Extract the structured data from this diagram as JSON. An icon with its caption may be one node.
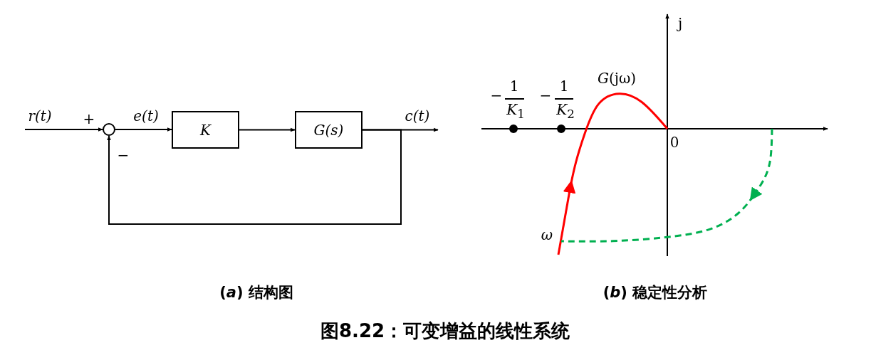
{
  "diagram": {
    "caption": "图8.22：可变增益的线性系统",
    "nodes": [
      {
        "text": [],
        "shape": "circle"
      },
      {
        "text": [
          "K"
        ]
      },
      {
        "text": [
          "G(s)"
        ]
      }
    ],
    "edges": [
      {
        "from": null,
        "to": 0,
        "arrow": "to",
        "label": "r(t)"
      },
      {
        "from": 0,
        "to": 1,
        "arrow": "to",
        "label": "e(t)"
      },
      {
        "from": 1,
        "to": 2,
        "arrow": "to"
      },
      {
        "from": 2,
        "to": null,
        "arrow": "to",
        "label": "c(t)"
      },
      {
        "from": 2,
        "to": 0,
        "arrow": "to"
      }
    ],
    "labels": [
      "+",
      "−",
      "j",
      "*G*(jω)",
      "−",
      "1",
      "*K*$_{1}$",
      "−",
      "1",
      "*K*$_{2}$",
      "0",
      "*ω*",
      "(*a*) 结构图",
      "(*b*) 稳定性分析"
    ]
  }
}
